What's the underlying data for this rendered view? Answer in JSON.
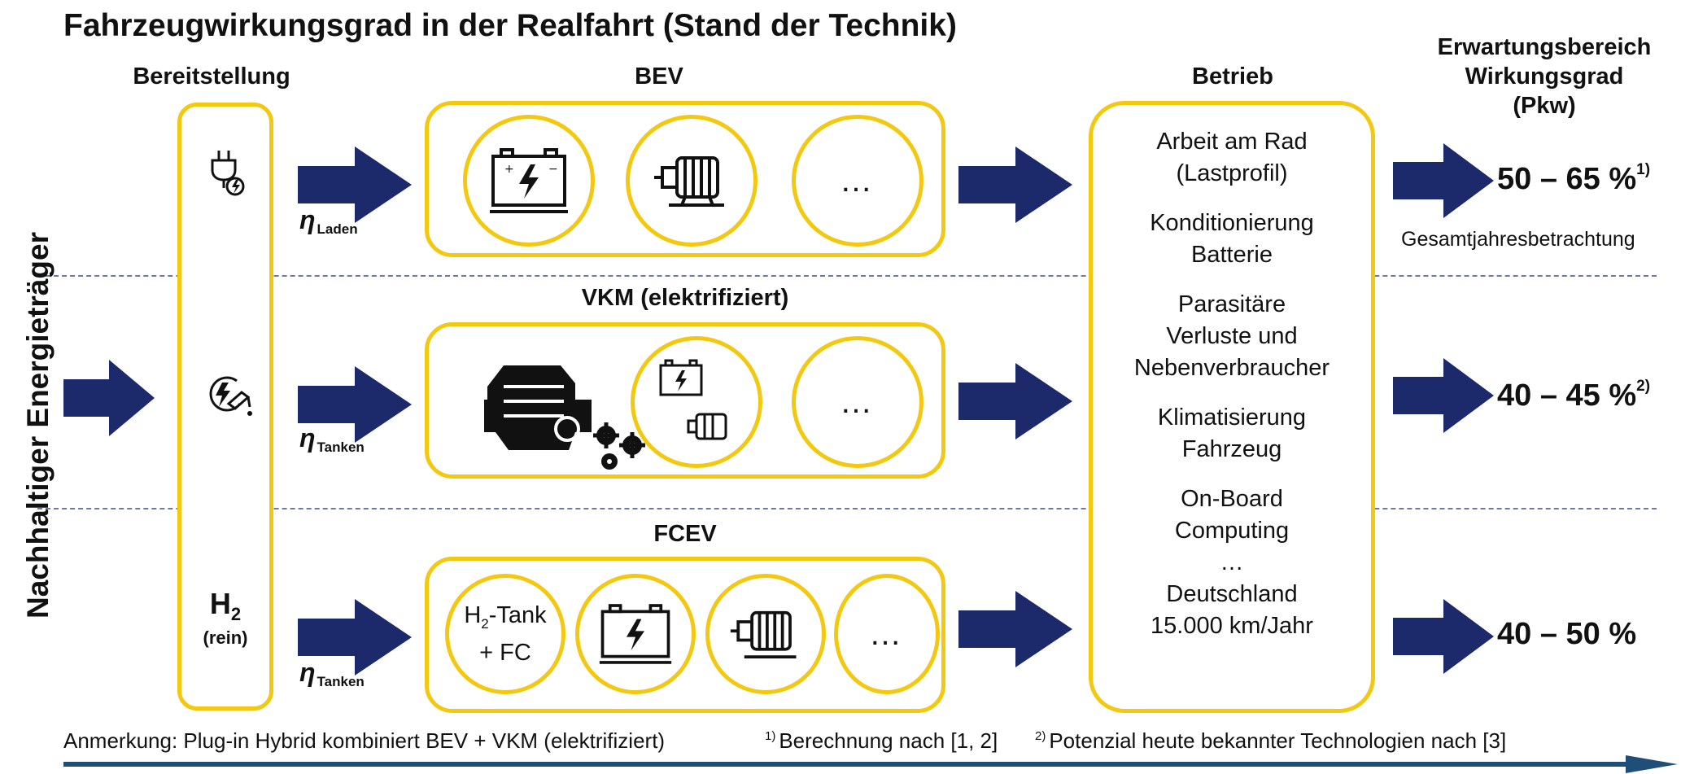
{
  "title": "Fahrzeugwirkungsgrad in der Realfahrt (Stand der Technik)",
  "headers": {
    "bereitstellung": "Bereitstellung",
    "betrieb": "Betrieb",
    "erwartung_line1": "Erwartungsbereich",
    "erwartung_line2": "Wirkungsgrad",
    "erwartung_line3": "(Pkw)"
  },
  "vertical_label": "Nachhaltiger Energieträger",
  "rows": {
    "bev": {
      "label": "BEV",
      "eta_symbol": "η",
      "eta_sub": "Laden",
      "dots": "…"
    },
    "vkm": {
      "label": "VKM (elektrifiziert)",
      "eta_symbol": "η",
      "eta_sub": "Tanken",
      "dots": "…"
    },
    "fcev": {
      "label": "FCEV",
      "eta_symbol": "η",
      "eta_sub": "Tanken",
      "dots": "…",
      "tank_line1": "H",
      "tank_sub": "2",
      "tank_line1_rest": "-Tank",
      "tank_line2": "+ FC"
    }
  },
  "supply": {
    "h2": "H",
    "h2_sub": "2",
    "h2_note": "(rein)"
  },
  "betrieb_items": [
    "Arbeit am Rad",
    "(Lastprofil)",
    "",
    "Konditionierung",
    "Batterie",
    "",
    "Parasitäre",
    "Verluste und",
    "Nebenverbraucher",
    "",
    "Klimatisierung",
    "Fahrzeug",
    "",
    "On-Board",
    "Computing",
    "…",
    "Deutschland",
    "15.000 km/Jahr"
  ],
  "results": {
    "bev": {
      "value": "50 – 65 %",
      "sup": "1)",
      "note": "Gesamtjahresbetrachtung"
    },
    "vkm": {
      "value": "40 – 45 %",
      "sup": "2)"
    },
    "fcev": {
      "value": "40 – 50 %"
    }
  },
  "footer": {
    "anmerkung": "Anmerkung: Plug-in Hybrid kombiniert BEV + VKM (elektrifiziert)",
    "fn1_mark": "1)",
    "fn1": "Berechnung nach [1, 2]",
    "fn2_mark": "2)",
    "fn2": "Potenzial heute bekannter Technologien nach [3]"
  },
  "colors": {
    "accent_yellow": "#f2c811",
    "arrow_navy": "#1c2a6b",
    "footer_arrow": "#1f4e79"
  },
  "icons": [
    "plug-icon",
    "fuel-pump-icon",
    "battery-icon",
    "electric-motor-icon",
    "engine-icon",
    "gears-icon"
  ]
}
